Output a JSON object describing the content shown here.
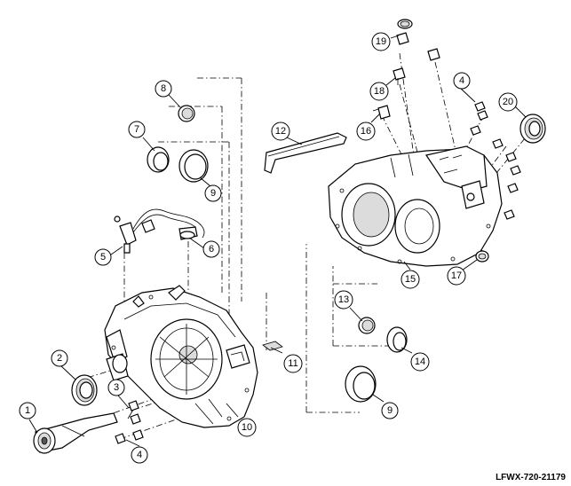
{
  "diagram_code": "LFWX-720-21179",
  "callouts": [
    {
      "id": "c1",
      "num": "1"
    },
    {
      "id": "c2",
      "num": "2"
    },
    {
      "id": "c3",
      "num": "3"
    },
    {
      "id": "c4a",
      "num": "4"
    },
    {
      "id": "c4b",
      "num": "4"
    },
    {
      "id": "c5",
      "num": "5"
    },
    {
      "id": "c6",
      "num": "6"
    },
    {
      "id": "c7",
      "num": "7"
    },
    {
      "id": "c8",
      "num": "8"
    },
    {
      "id": "c9a",
      "num": "9"
    },
    {
      "id": "c9b",
      "num": "9"
    },
    {
      "id": "c10",
      "num": "10"
    },
    {
      "id": "c11",
      "num": "11"
    },
    {
      "id": "c12",
      "num": "12"
    },
    {
      "id": "c13",
      "num": "13"
    },
    {
      "id": "c14",
      "num": "14"
    },
    {
      "id": "c15",
      "num": "15"
    },
    {
      "id": "c16",
      "num": "16"
    },
    {
      "id": "c17",
      "num": "17"
    },
    {
      "id": "c18",
      "num": "18"
    },
    {
      "id": "c19",
      "num": "19"
    },
    {
      "id": "c20",
      "num": "20"
    }
  ]
}
